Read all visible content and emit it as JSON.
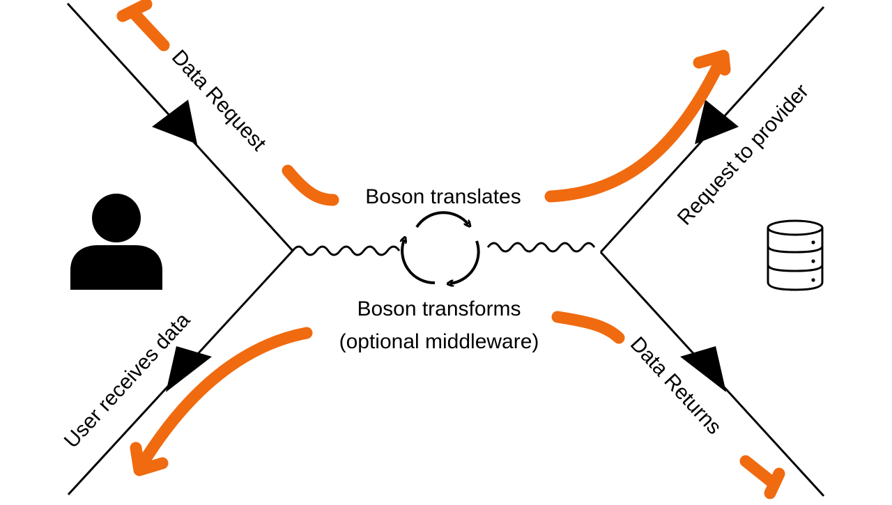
{
  "labels": {
    "data_request": "Data Request",
    "request_to_provider": "Request to provider",
    "user_receives_data": "User receives data",
    "data_returns": "Data Returns",
    "boson_translates": "Boson translates",
    "boson_transforms_line1": "Boson transforms",
    "boson_transforms_line2": "(optional middleware)"
  },
  "colors": {
    "accent": "#f06a10",
    "line": "#000000",
    "background": "#ffffff"
  },
  "icons": {
    "user": "user-icon",
    "database": "database-icon",
    "cycle": "refresh-cycle-icon"
  }
}
